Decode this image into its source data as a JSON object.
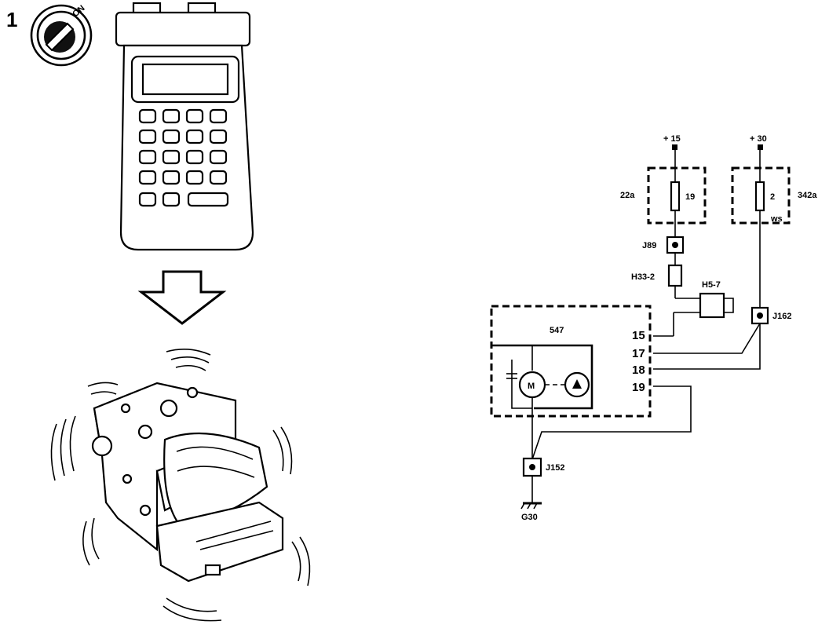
{
  "step": {
    "number": "1",
    "ignition_symbol": "key-switch-on-icon"
  },
  "devices": {
    "tester": "hand-held-diagnostic-tester-icon",
    "arrow": "down-arrow-icon",
    "abs_unit": "vibrating-abs-hydraulic-unit-icon"
  },
  "schematic": {
    "supply_15": "+ 15",
    "supply_30": "+ 30",
    "box_22a": "22a",
    "fuse_19": "19",
    "box_342a": "342a",
    "fuse_2": "2",
    "fuse_2_sub": "ws",
    "connector_j89": "J89",
    "connector_h33": "H33-2",
    "connector_h5": "H5-7",
    "connector_j162": "J162",
    "module_547": "547",
    "pin_15": "15",
    "pin_17": "17",
    "pin_18": "18",
    "pin_19": "19",
    "motor": "M",
    "connector_j152": "J152",
    "ground": "G30"
  }
}
